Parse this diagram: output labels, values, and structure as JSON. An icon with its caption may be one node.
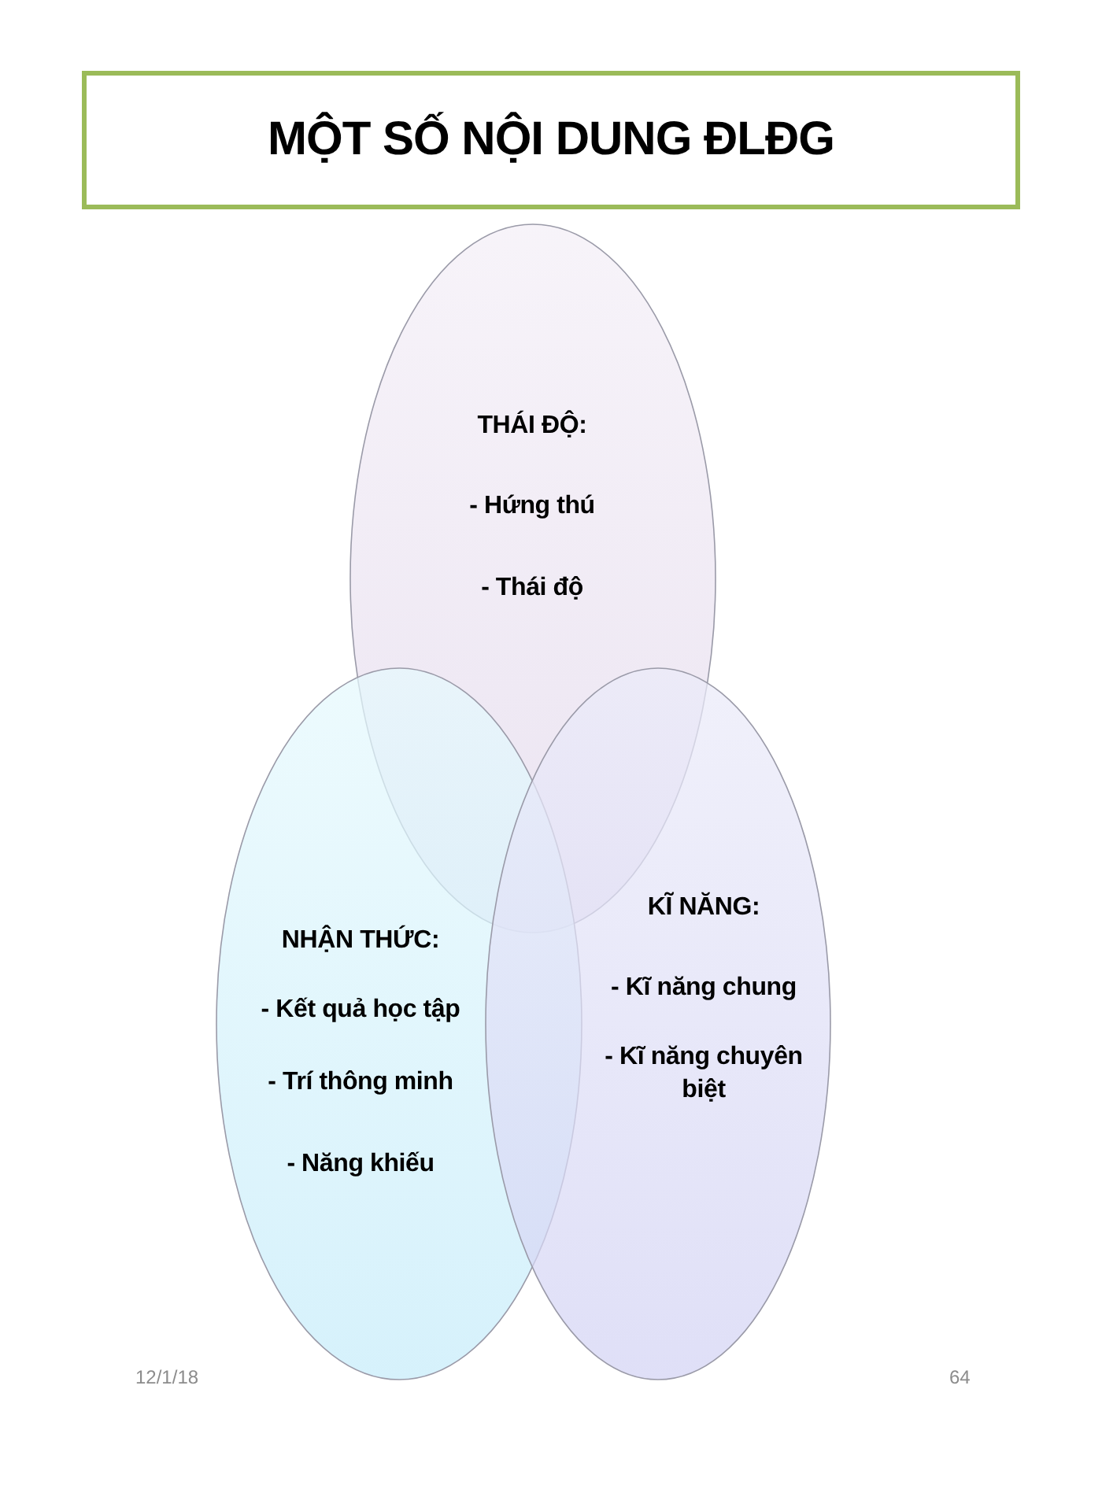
{
  "diagram": {
    "title": "MỘT SỐ NỘI DUNG ĐLĐG",
    "nodes": [
      {
        "text": [
          "THÁI ĐỘ:",
          "- Hứng thú",
          "- Thái độ"
        ]
      },
      {
        "text": [
          "NHẬN THỨC:",
          "- Kết quả học tập",
          "- Trí thông minh",
          "- Năng khiếu"
        ]
      },
      {
        "text": [
          "KĨ NĂNG:",
          "- Kĩ năng chung",
          "- Kĩ năng chuyên biệt"
        ]
      }
    ],
    "labels": [
      "12/1/18",
      "64"
    ]
  }
}
